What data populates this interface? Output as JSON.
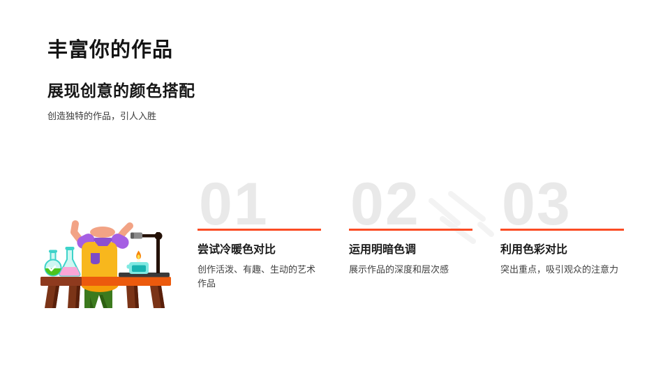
{
  "slide": {
    "background": "#FFFFFF",
    "accent_color": "#FB4B23",
    "number_color": "#E9E9E9",
    "header": {
      "title": "丰富你的作品",
      "subtitle": "展现创意的颜色搭配",
      "description": "创造独特的作品，引人入胜"
    },
    "steps": [
      {
        "number": "01",
        "heading": "尝试冷暖色对比",
        "body": "创作活泼、有趣、生动的艺术作品"
      },
      {
        "number": "02",
        "heading": "运用明暗色调",
        "body": "展示作品的深度和层次感"
      },
      {
        "number": "03",
        "heading": "利用色彩对比",
        "body": "突出重点，吸引观众的注意力"
      }
    ],
    "illustration": {
      "alt": "kid-doing-chemistry-experiment",
      "colors": {
        "table": "#EC5A0D",
        "table_shadow": "#8E3A1E",
        "table_leg": "#7B3417",
        "table_leg_dark": "#591F0A",
        "vest": "#F8B71D",
        "vest_bottom": "#F59C08",
        "sleeve": "#A55FE3",
        "collar": "#8B50CF",
        "pocket": "#7D4BC8",
        "skin": "#F2A385",
        "pants": "#3C7A1E",
        "pants_dark": "#2D5F12",
        "glass": "#CFF7F2",
        "glass_edge": "#3ED3CA",
        "liquid_green": "#4CC41E",
        "liquid_pink": "#F9A6D6",
        "burner": "#7FE9E2",
        "burner_dark": "#17B3B0",
        "flame": "#F8860D",
        "flame_core": "#FDE14A",
        "stand": "#241107",
        "clamp": "#8A8A8A",
        "clamp_dark": "#5F5F5F",
        "mat": "#3A3A3A",
        "candle": "#FFF8E7"
      }
    },
    "decor": {
      "swoosh_color": "#F2F2F2"
    }
  }
}
